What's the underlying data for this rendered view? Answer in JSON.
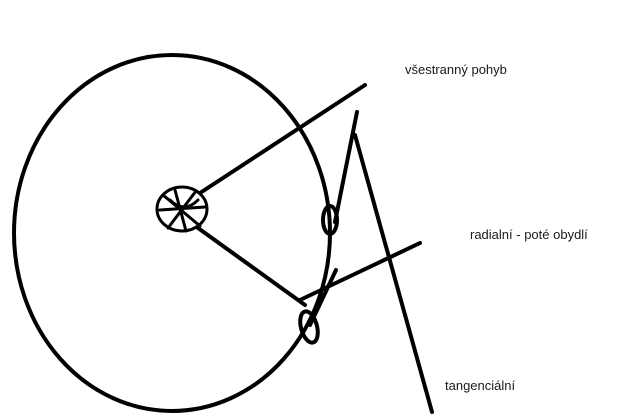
{
  "labels": {
    "omnidirectional": "všestranný pohyb",
    "radial": "radialní - poté obydlí",
    "tangential": "tangenciální"
  },
  "colors": {
    "stroke": "#000000",
    "background": "#ffffff"
  }
}
